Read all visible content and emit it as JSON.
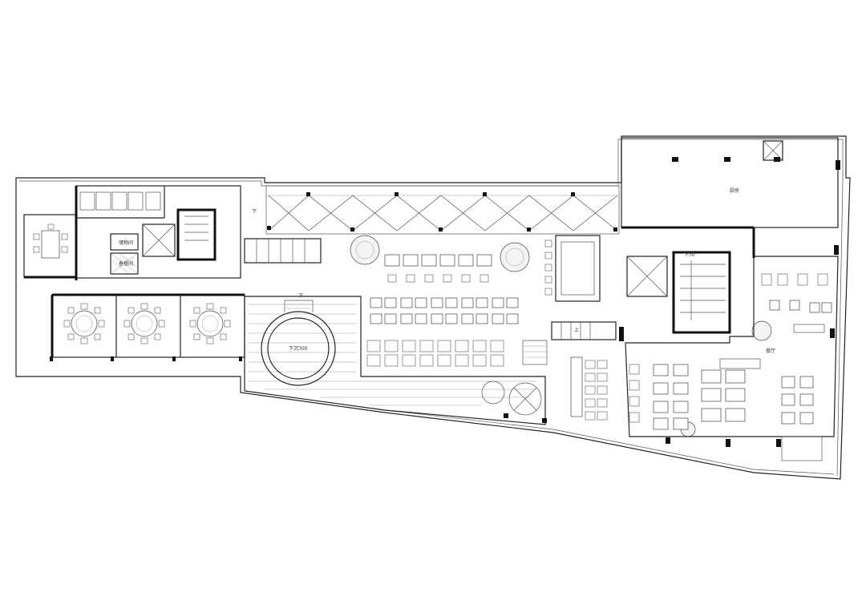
{
  "labels": {
    "kitchen": "厨房",
    "dining_hall": "餐厅",
    "sunken_stage": "下沉300",
    "down": "下",
    "up": "上",
    "down_stair": "下50",
    "storage_room": "储物间",
    "pantry_room": "备餐间"
  },
  "colors": {
    "line": "#222222",
    "background": "#ffffff"
  }
}
